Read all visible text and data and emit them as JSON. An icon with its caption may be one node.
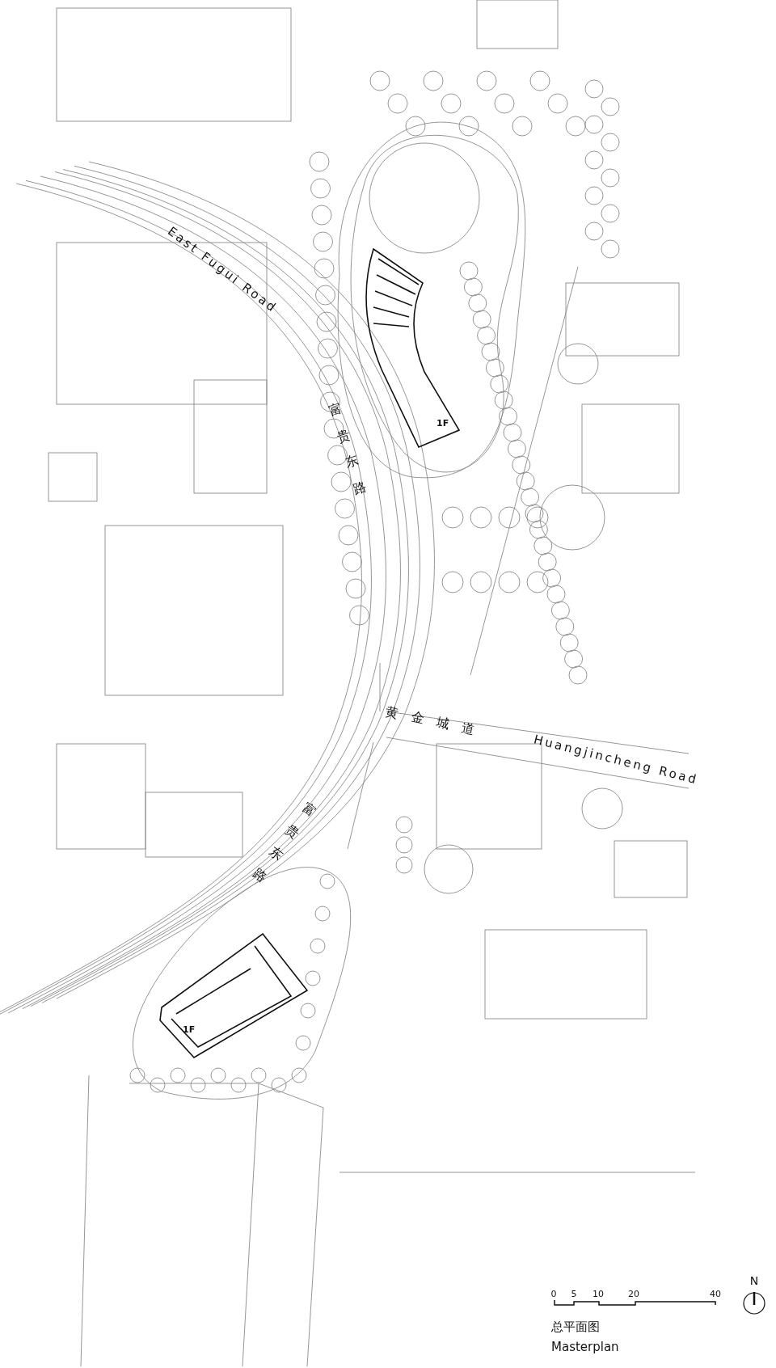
{
  "diagram": {
    "nodes": [
      {
        "text": [
          "1F"
        ]
      },
      {
        "text": [
          "1F"
        ]
      }
    ],
    "labels": [
      "East Fugui Road",
      "富贵东路",
      "黄金城道",
      "Huangjincheng Road",
      "富贵东路",
      "0",
      "5",
      "10",
      "20",
      "40",
      "N",
      "总平面图",
      "Masterplan"
    ]
  }
}
